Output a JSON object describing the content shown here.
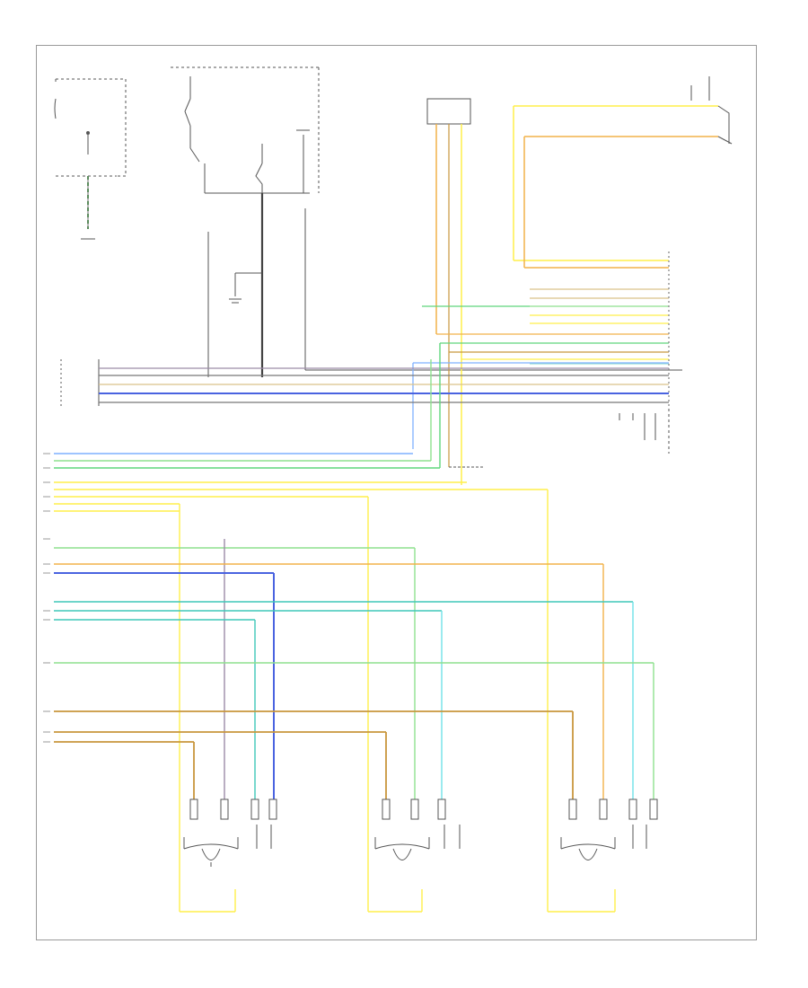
{
  "diagram": {
    "figure_code": "",
    "colors": {
      "frame": "#999999",
      "wire_gray": "#555555",
      "wire_dark": "#444444",
      "yellow": "#ffef4a",
      "orange": "#f2b24a",
      "tan": "#d9c28a",
      "green": "#5fd57c",
      "light_green": "#8ee08e",
      "blue": "#4a63e0",
      "light_blue": "#7fb0ff",
      "teal": "#3fc7b8",
      "cyan": "#6fe0e8",
      "brown_orange": "#c8963c",
      "purple_gray": "#9c8ca8"
    },
    "components": [
      {
        "id": "hot-at-all-times-fuse",
        "kind": "fuse"
      },
      {
        "id": "ignition-switch",
        "kind": "switch"
      },
      {
        "id": "ground-g1",
        "kind": "ground"
      },
      {
        "id": "ground-g2",
        "kind": "ground"
      },
      {
        "id": "radio-receiver",
        "kind": "module"
      },
      {
        "id": "seat-module-connector",
        "kind": "connector"
      },
      {
        "id": "seat-memory-module",
        "kind": "module"
      },
      {
        "id": "seat-position-sensor-1",
        "kind": "sensor"
      },
      {
        "id": "seat-position-sensor-2",
        "kind": "sensor"
      },
      {
        "id": "seat-position-sensor-3",
        "kind": "sensor"
      }
    ]
  }
}
